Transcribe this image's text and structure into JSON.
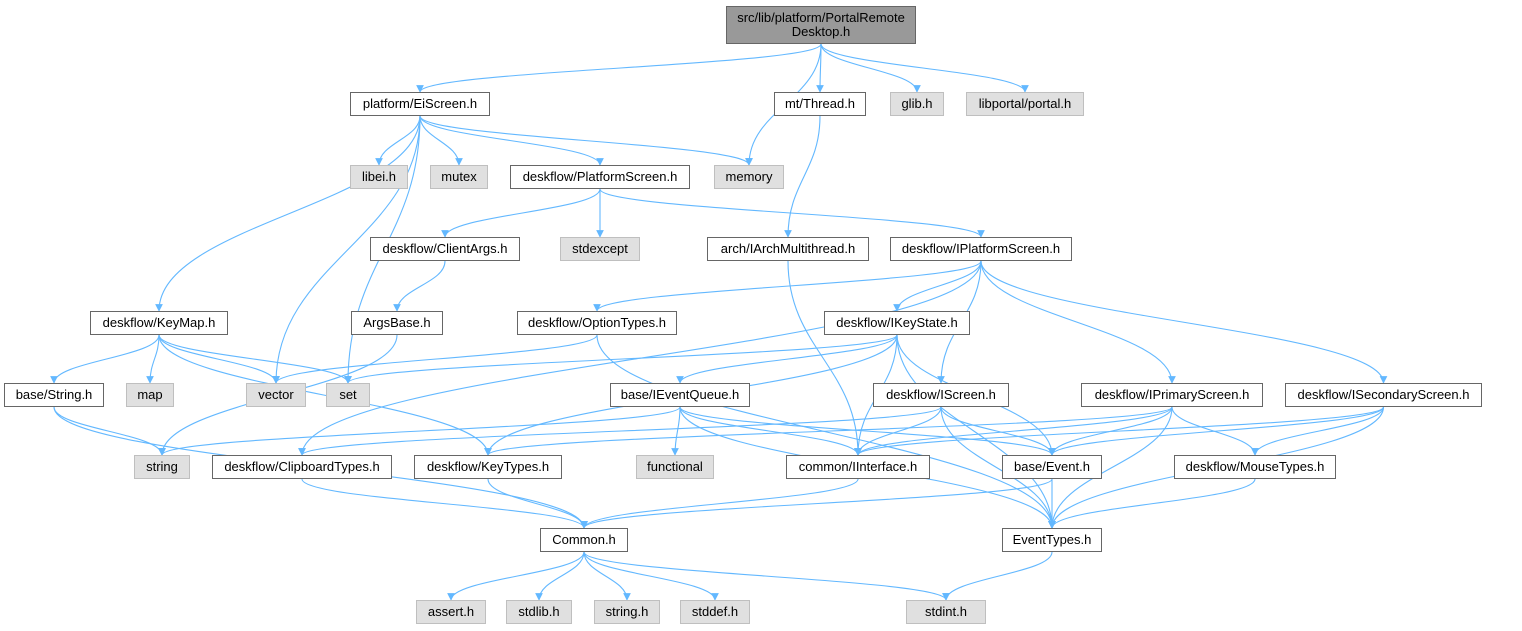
{
  "colors": {
    "edge": "#63b8ff",
    "root_fill": "#999999",
    "ext_fill": "#e0e0e0",
    "ext_border": "#bfbfbf",
    "node_border": "#666666"
  },
  "nodes": {
    "root": "src/lib/platform/PortalRemote\nDesktop.h",
    "eiscreen": "platform/EiScreen.h",
    "thread": "mt/Thread.h",
    "glib": "glib.h",
    "portal": "libportal/portal.h",
    "libei": "libei.h",
    "mutex": "mutex",
    "platformscreen": "deskflow/PlatformScreen.h",
    "memory": "memory",
    "clientargs": "deskflow/ClientArgs.h",
    "stdexcept": "stdexcept",
    "iarchmt": "arch/IArchMultithread.h",
    "iplatformscreen": "deskflow/IPlatformScreen.h",
    "keymap": "deskflow/KeyMap.h",
    "argsbase": "ArgsBase.h",
    "optiontypes": "deskflow/OptionTypes.h",
    "ikeystate": "deskflow/IKeyState.h",
    "basestring": "base/String.h",
    "map": "map",
    "vector": "vector",
    "set": "set",
    "ieventqueue": "base/IEventQueue.h",
    "iscreen": "deskflow/IScreen.h",
    "iprimary": "deskflow/IPrimaryScreen.h",
    "isecondary": "deskflow/ISecondaryScreen.h",
    "string": "string",
    "clipboardtypes": "deskflow/ClipboardTypes.h",
    "keytypes": "deskflow/KeyTypes.h",
    "functional": "functional",
    "iinterface": "common/IInterface.h",
    "event": "base/Event.h",
    "mousetypes": "deskflow/MouseTypes.h",
    "common": "Common.h",
    "eventtypes": "EventTypes.h",
    "asserth": "assert.h",
    "stdlib": "stdlib.h",
    "stringh": "string.h",
    "stddef": "stddef.h",
    "stdint": "stdint.h"
  },
  "edges": [
    [
      "root",
      "eiscreen"
    ],
    [
      "root",
      "memory"
    ],
    [
      "root",
      "thread"
    ],
    [
      "root",
      "glib"
    ],
    [
      "root",
      "portal"
    ],
    [
      "eiscreen",
      "keymap"
    ],
    [
      "eiscreen",
      "vector"
    ],
    [
      "eiscreen",
      "set"
    ],
    [
      "eiscreen",
      "libei"
    ],
    [
      "eiscreen",
      "mutex"
    ],
    [
      "eiscreen",
      "platformscreen"
    ],
    [
      "eiscreen",
      "memory"
    ],
    [
      "thread",
      "iarchmt"
    ],
    [
      "platformscreen",
      "clientargs"
    ],
    [
      "platformscreen",
      "stdexcept"
    ],
    [
      "platformscreen",
      "iplatformscreen"
    ],
    [
      "clientargs",
      "argsbase"
    ],
    [
      "argsbase",
      "string"
    ],
    [
      "iarchmt",
      "iinterface"
    ],
    [
      "iplatformscreen",
      "clipboardtypes"
    ],
    [
      "iplatformscreen",
      "optiontypes"
    ],
    [
      "iplatformscreen",
      "ikeystate"
    ],
    [
      "iplatformscreen",
      "iscreen"
    ],
    [
      "iplatformscreen",
      "iprimary"
    ],
    [
      "iplatformscreen",
      "isecondary"
    ],
    [
      "keymap",
      "basestring"
    ],
    [
      "keymap",
      "map"
    ],
    [
      "keymap",
      "vector"
    ],
    [
      "keymap",
      "set"
    ],
    [
      "keymap",
      "keytypes"
    ],
    [
      "optiontypes",
      "vector"
    ],
    [
      "optiontypes",
      "eventtypes"
    ],
    [
      "ikeystate",
      "set"
    ],
    [
      "ikeystate",
      "keytypes"
    ],
    [
      "ikeystate",
      "ieventqueue"
    ],
    [
      "ikeystate",
      "iinterface"
    ],
    [
      "ikeystate",
      "event"
    ],
    [
      "ikeystate",
      "eventtypes"
    ],
    [
      "basestring",
      "string"
    ],
    [
      "basestring",
      "common"
    ],
    [
      "ieventqueue",
      "string"
    ],
    [
      "ieventqueue",
      "functional"
    ],
    [
      "ieventqueue",
      "iinterface"
    ],
    [
      "ieventqueue",
      "event"
    ],
    [
      "ieventqueue",
      "eventtypes"
    ],
    [
      "iscreen",
      "clipboardtypes"
    ],
    [
      "iscreen",
      "iinterface"
    ],
    [
      "iscreen",
      "event"
    ],
    [
      "iscreen",
      "eventtypes"
    ],
    [
      "iprimary",
      "keytypes"
    ],
    [
      "iprimary",
      "iinterface"
    ],
    [
      "iprimary",
      "event"
    ],
    [
      "iprimary",
      "mousetypes"
    ],
    [
      "iprimary",
      "eventtypes"
    ],
    [
      "isecondary",
      "iinterface"
    ],
    [
      "isecondary",
      "event"
    ],
    [
      "isecondary",
      "mousetypes"
    ],
    [
      "isecondary",
      "eventtypes"
    ],
    [
      "clipboardtypes",
      "common"
    ],
    [
      "keytypes",
      "common"
    ],
    [
      "iinterface",
      "common"
    ],
    [
      "event",
      "common"
    ],
    [
      "event",
      "eventtypes"
    ],
    [
      "mousetypes",
      "eventtypes"
    ],
    [
      "common",
      "asserth"
    ],
    [
      "common",
      "stdlib"
    ],
    [
      "common",
      "stringh"
    ],
    [
      "common",
      "stddef"
    ],
    [
      "common",
      "stdint"
    ],
    [
      "eventtypes",
      "stdint"
    ]
  ]
}
